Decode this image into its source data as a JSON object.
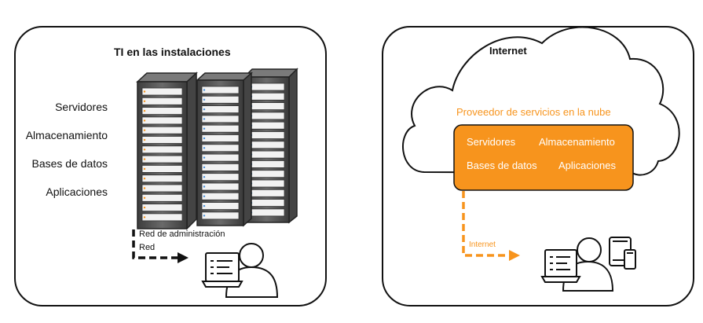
{
  "on_premises": {
    "title": "TI en las instalaciones",
    "labels": [
      "Servidores",
      "Almacenamiento",
      "Bases de datos",
      "Aplicaciones"
    ],
    "mgmt_network": "Red de administración",
    "network": "Red"
  },
  "cloud": {
    "title": "Internet",
    "provider": "Proveedor de servicios en la nube",
    "box_items": [
      "Servidores",
      "Almacenamiento",
      "Bases de datos",
      "Aplicaciones"
    ],
    "link_label": "Internet"
  },
  "colors": {
    "accent": "#f7941d",
    "ink": "#111111",
    "rack": "#555555",
    "box_text": "#ffffff"
  },
  "icons": [
    "server-rack-icon",
    "cloud-icon",
    "user-at-laptop-icon",
    "tablet-icon",
    "phone-icon",
    "arrow-right-icon"
  ]
}
